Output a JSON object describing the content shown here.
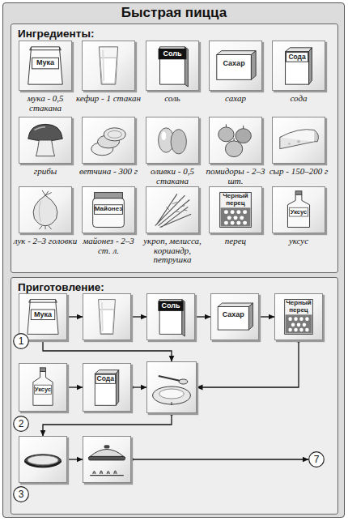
{
  "diagram": {
    "title": "Быстрая пицца",
    "nodes": [
      {
        "text": [
          "Ингредиенты:"
        ]
      },
      {
        "text": [
          "Мука",
          "мука - 0,5 стакана"
        ],
        "in": 0
      },
      {
        "text": [
          "кефир - 1 стакан"
        ],
        "in": 0
      },
      {
        "text": [
          "Соль",
          "соль"
        ],
        "in": 0
      },
      {
        "text": [
          "Сахар",
          "сахар"
        ],
        "in": 0
      },
      {
        "text": [
          "Сода",
          "сода"
        ],
        "in": 0
      },
      {
        "text": [
          "грибы"
        ],
        "in": 0
      },
      {
        "text": [
          "ветчина - 300 г"
        ],
        "in": 0
      },
      {
        "text": [
          "оливки - 0,5 стакана"
        ],
        "in": 0
      },
      {
        "text": [
          "помидоры - 2–3 шт."
        ],
        "in": 0
      },
      {
        "text": [
          "сыр - 150–200 г"
        ],
        "in": 0
      },
      {
        "text": [
          "лук - 2–3 головки"
        ],
        "in": 0
      },
      {
        "text": [
          "Майонез",
          "майонез - 2–3 ст. л."
        ],
        "in": 0
      },
      {
        "text": [
          "укроп, мелисса, кориандр, петрушка"
        ],
        "in": 0
      },
      {
        "text": [
          "Черный перец",
          "перец"
        ],
        "in": 0
      },
      {
        "text": [
          "Уксус",
          "уксус"
        ],
        "in": 0
      },
      {
        "text": [
          "Приготовление:"
        ]
      },
      {
        "text": [
          "Мука"
        ],
        "in": 16
      },
      {
        "text": [],
        "in": 16
      },
      {
        "text": [
          "Соль"
        ],
        "in": 16
      },
      {
        "text": [
          "Сахар"
        ],
        "in": 16
      },
      {
        "text": [
          "Черный перец"
        ],
        "in": 16
      },
      {
        "text": [
          "1"
        ],
        "in": 16
      },
      {
        "text": [
          "Уксус"
        ],
        "in": 16
      },
      {
        "text": [
          "Сода"
        ],
        "in": 16
      },
      {
        "text": [],
        "in": 16
      },
      {
        "text": [
          "2"
        ],
        "in": 16
      },
      {
        "text": [],
        "in": 16
      },
      {
        "text": [],
        "in": 16
      },
      {
        "text": [
          "3"
        ],
        "in": 16
      },
      {
        "text": [
          "7"
        ],
        "in": 16
      }
    ],
    "edges": [
      {
        "from": 17,
        "to": 18,
        "arrow": "to"
      },
      {
        "from": 18,
        "to": 19,
        "arrow": "to"
      },
      {
        "from": 19,
        "to": 20,
        "arrow": "to"
      },
      {
        "from": 20,
        "to": 21,
        "arrow": "to"
      },
      {
        "from": 17,
        "to": 25,
        "arrow": "to"
      },
      {
        "from": 21,
        "to": 25,
        "arrow": "to"
      },
      {
        "from": 23,
        "to": 24,
        "arrow": "to"
      },
      {
        "from": 24,
        "to": 25,
        "arrow": "to"
      },
      {
        "from": 25,
        "to": 27,
        "arrow": "to"
      },
      {
        "from": 27,
        "to": 28,
        "arrow": "to"
      },
      {
        "from": 28,
        "to": 30,
        "arrow": "to"
      }
    ]
  }
}
